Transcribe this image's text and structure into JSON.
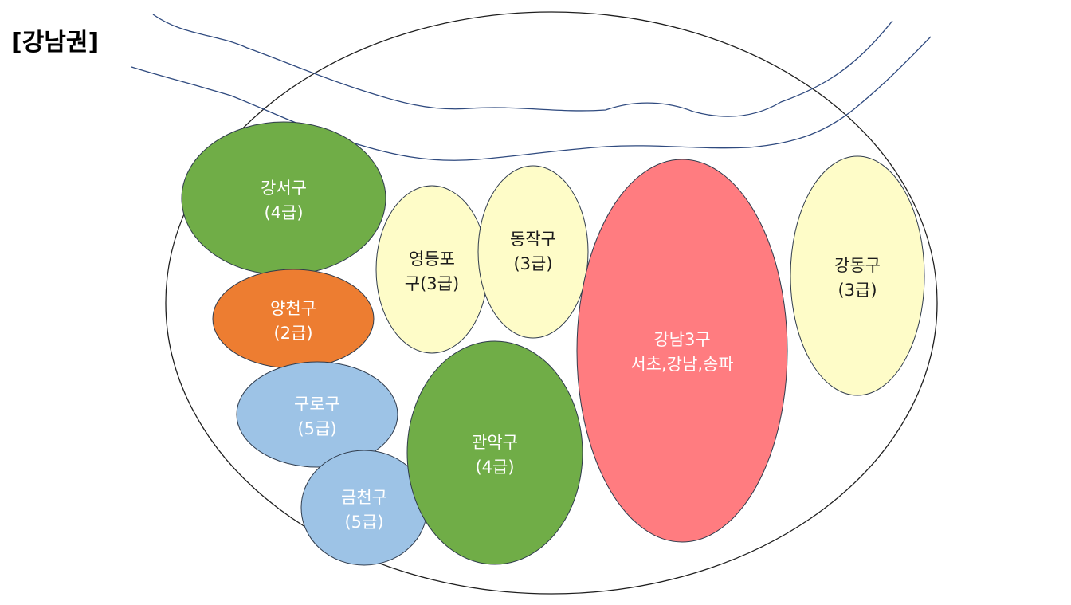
{
  "title": "[강남권]",
  "colors": {
    "green": "#70ad47",
    "orange": "#ed7d31",
    "blue": "#9dc3e6",
    "yellow": "#fefcc8",
    "red": "#ff7c80",
    "river": "#2f4a7f",
    "outline": "#1f1f1f"
  },
  "districts": [
    {
      "id": "gangseo",
      "line1": "강서구",
      "line2": "(4급)",
      "color": "green"
    },
    {
      "id": "yangcheon",
      "line1": "양천구",
      "line2": "(2급)",
      "color": "orange"
    },
    {
      "id": "guro",
      "line1": "구로구",
      "line2": "(5급)",
      "color": "blue"
    },
    {
      "id": "geumcheon",
      "line1": "금천구",
      "line2": "(5급)",
      "color": "blue"
    },
    {
      "id": "yeongdeungpo",
      "line1": "영등포",
      "line2": "구(3급)",
      "color": "yellow"
    },
    {
      "id": "dongjak",
      "line1": "동작구",
      "line2": "(3급)",
      "color": "yellow"
    },
    {
      "id": "gwanak",
      "line1": "관악구",
      "line2": "(4급)",
      "color": "green"
    },
    {
      "id": "gangnam3",
      "line1": "강남3구",
      "line2": "서초,강남,송파",
      "color": "red"
    },
    {
      "id": "gangdong",
      "line1": "강동구",
      "line2": "(3급)",
      "color": "yellow"
    }
  ]
}
